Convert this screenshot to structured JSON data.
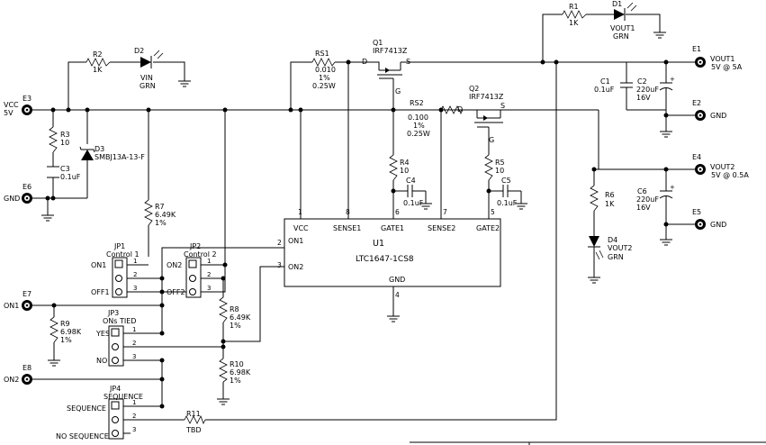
{
  "ic": {
    "ref": "U1",
    "part": "LTC1647-1CS8",
    "pins": {
      "vcc": "VCC",
      "sense1": "SENSE1",
      "gate1": "GATE1",
      "sense2": "SENSE2",
      "gate2": "GATE2",
      "on1": "ON1",
      "on2": "ON2",
      "gnd": "GND"
    },
    "pin_numbers": {
      "vcc": "1",
      "sense1": "8",
      "gate1": "6",
      "sense2": "7",
      "gate2": "5",
      "on1": "2",
      "on2": "3",
      "gnd": "4"
    }
  },
  "terminals": {
    "e1": {
      "ref": "E1",
      "label": "VOUT1",
      "value": "5V @ 5A"
    },
    "e2": {
      "ref": "E2",
      "label": "GND"
    },
    "e3": {
      "ref": "E3",
      "label": "VCC",
      "value": "5V"
    },
    "e4": {
      "ref": "E4",
      "label": "VOUT2",
      "value": "5V @ 0.5A"
    },
    "e5": {
      "ref": "E5",
      "label": "GND"
    },
    "e6": {
      "ref": "E6",
      "label": "GND"
    },
    "e7": {
      "ref": "E7",
      "label": "ON1"
    },
    "e8": {
      "ref": "E8",
      "label": "ON2"
    }
  },
  "mosfets": {
    "q1": {
      "ref": "Q1",
      "part": "IRF7413Z",
      "d": "D",
      "s": "S",
      "g": "G"
    },
    "q2": {
      "ref": "Q2",
      "part": "IRF7413Z",
      "d": "D",
      "s": "S",
      "g": "G"
    }
  },
  "resistors": {
    "r1": {
      "ref": "R1",
      "value": "1K"
    },
    "r2": {
      "ref": "R2",
      "value": "1K"
    },
    "r3": {
      "ref": "R3",
      "value": "10"
    },
    "r4": {
      "ref": "R4",
      "value": "10"
    },
    "r5": {
      "ref": "R5",
      "value": "10"
    },
    "r6": {
      "ref": "R6",
      "value": "1K"
    },
    "r7": {
      "ref": "R7",
      "value": "6.49K",
      "tol": "1%"
    },
    "r8": {
      "ref": "R8",
      "value": "6.49K",
      "tol": "1%"
    },
    "r9": {
      "ref": "R9",
      "value": "6.98K",
      "tol": "1%"
    },
    "r10": {
      "ref": "R10",
      "value": "6.98K",
      "tol": "1%"
    },
    "r11": {
      "ref": "R11",
      "value": "TBD"
    },
    "rs1": {
      "ref": "RS1",
      "value": "0.010",
      "tol": "1%",
      "power": "0.25W"
    },
    "rs2": {
      "ref": "RS2",
      "value": "0.100",
      "tol": "1%",
      "power": "0.25W"
    }
  },
  "capacitors": {
    "c1": {
      "ref": "C1",
      "value": "0.1uF"
    },
    "c2": {
      "ref": "C2",
      "value": "220uF",
      "voltage": "16V"
    },
    "c3": {
      "ref": "C3",
      "value": "0.1uF"
    },
    "c4": {
      "ref": "C4",
      "value": "0.1uF"
    },
    "c5": {
      "ref": "C5",
      "value": "0.1uF"
    },
    "c6": {
      "ref": "C6",
      "value": "220uF",
      "voltage": "16V"
    }
  },
  "diodes": {
    "d1": {
      "ref": "D1",
      "label": "VOUT1",
      "color": "GRN"
    },
    "d2": {
      "ref": "D2",
      "label": "VIN",
      "color": "GRN"
    },
    "d3": {
      "ref": "D3",
      "part": "SMBJ13A-13-F"
    },
    "d4": {
      "ref": "D4",
      "label": "VOUT2",
      "color": "GRN"
    }
  },
  "jumpers": {
    "jp1": {
      "ref": "JP1",
      "title": "Control 1",
      "pos1": "ON1",
      "pos3": "OFF1"
    },
    "jp2": {
      "ref": "JP2",
      "title": "Control 2",
      "pos1": "ON2",
      "pos3": "OFF2"
    },
    "jp3": {
      "ref": "JP3",
      "title": "ONs TIED",
      "pos1": "YES",
      "pos3": "NO"
    },
    "jp4": {
      "ref": "JP4",
      "title": "SEQUENCE",
      "pos1": "SEQUENCE",
      "pos3": "NO SEQUENCE"
    },
    "pin_labels": [
      "1",
      "2",
      "3"
    ]
  }
}
